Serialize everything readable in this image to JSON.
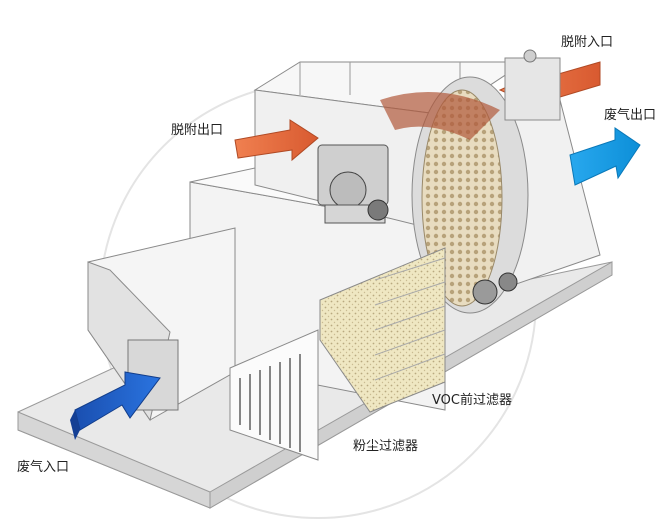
{
  "labels": {
    "desorption_inlet": "脱附入口",
    "exhaust_outlet": "废气出口",
    "desorption_outlet": "脱附出口",
    "voc_prefilter": "VOC前过滤器",
    "dust_filter": "粉尘过滤器",
    "exhaust_inlet": "废气入口"
  },
  "colors": {
    "inlet_arrow": "#1f5fc8",
    "outlet_arrow": "#1aa7e8",
    "desorption_arrow": "#e0663a",
    "housing": "#f2f2f2",
    "housing_edge": "#8a8a8a",
    "rotor_media": "#e8dcc0",
    "filter_media": "#efe7c2"
  },
  "icons": [
    "fan-motor-icon",
    "gear-drive-icon"
  ]
}
